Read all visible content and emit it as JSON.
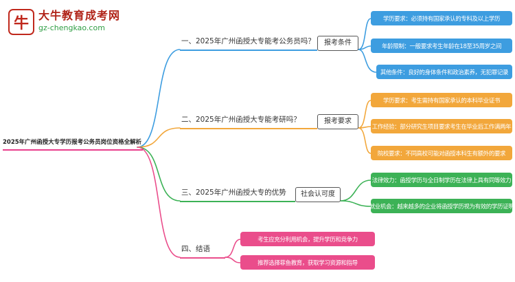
{
  "logo": {
    "icon_char": "牛",
    "site_name": "大牛教育成考网",
    "site_url": "gz-chengkao.com",
    "brand_red": "#b02318",
    "brand_green": "#2f9e44"
  },
  "root": {
    "label": "2025年广州函授大专学历报考公务员岗位资格全解析",
    "underline_color": "#e83e8c"
  },
  "branches": [
    {
      "label": "一、2025年广州函授大专能考公务员吗？",
      "tag": "报考条件",
      "color": "#3d9de0",
      "leaves": [
        "学历要求：必须持有国家承认的专科及以上学历",
        "年龄限制：一般要求考生年龄在18至35周岁之间",
        "其他条件：良好的身体条件和政治素养，无犯罪记录"
      ]
    },
    {
      "label": "二、2025年广州函授大专能考研吗？",
      "tag": "报考要求",
      "color": "#f2a73b",
      "leaves": [
        "学历要求：考生需持有国家承认的本科毕业证书",
        "工作经验：部分研究生项目要求考生在毕业后工作满两年",
        "院校要求：不同高校可能对函授本科生有额外的要求"
      ]
    },
    {
      "label": "三、2025年广州函授大专的优势",
      "tag": "社会认可度",
      "color": "#3cb256",
      "leaves": [
        "法律效力：函授学历与全日制学历在法律上具有同等效力",
        "就业机会：越来越多的企业将函授学历视为有效的学历证明"
      ]
    },
    {
      "label": "四、结语",
      "tag": "",
      "color": "#ea4d8b",
      "leaves": [
        "考生应充分利用机会，提升学历和竞争力",
        "推荐选择菲鱼教育，获取学习资源和指导"
      ]
    }
  ]
}
